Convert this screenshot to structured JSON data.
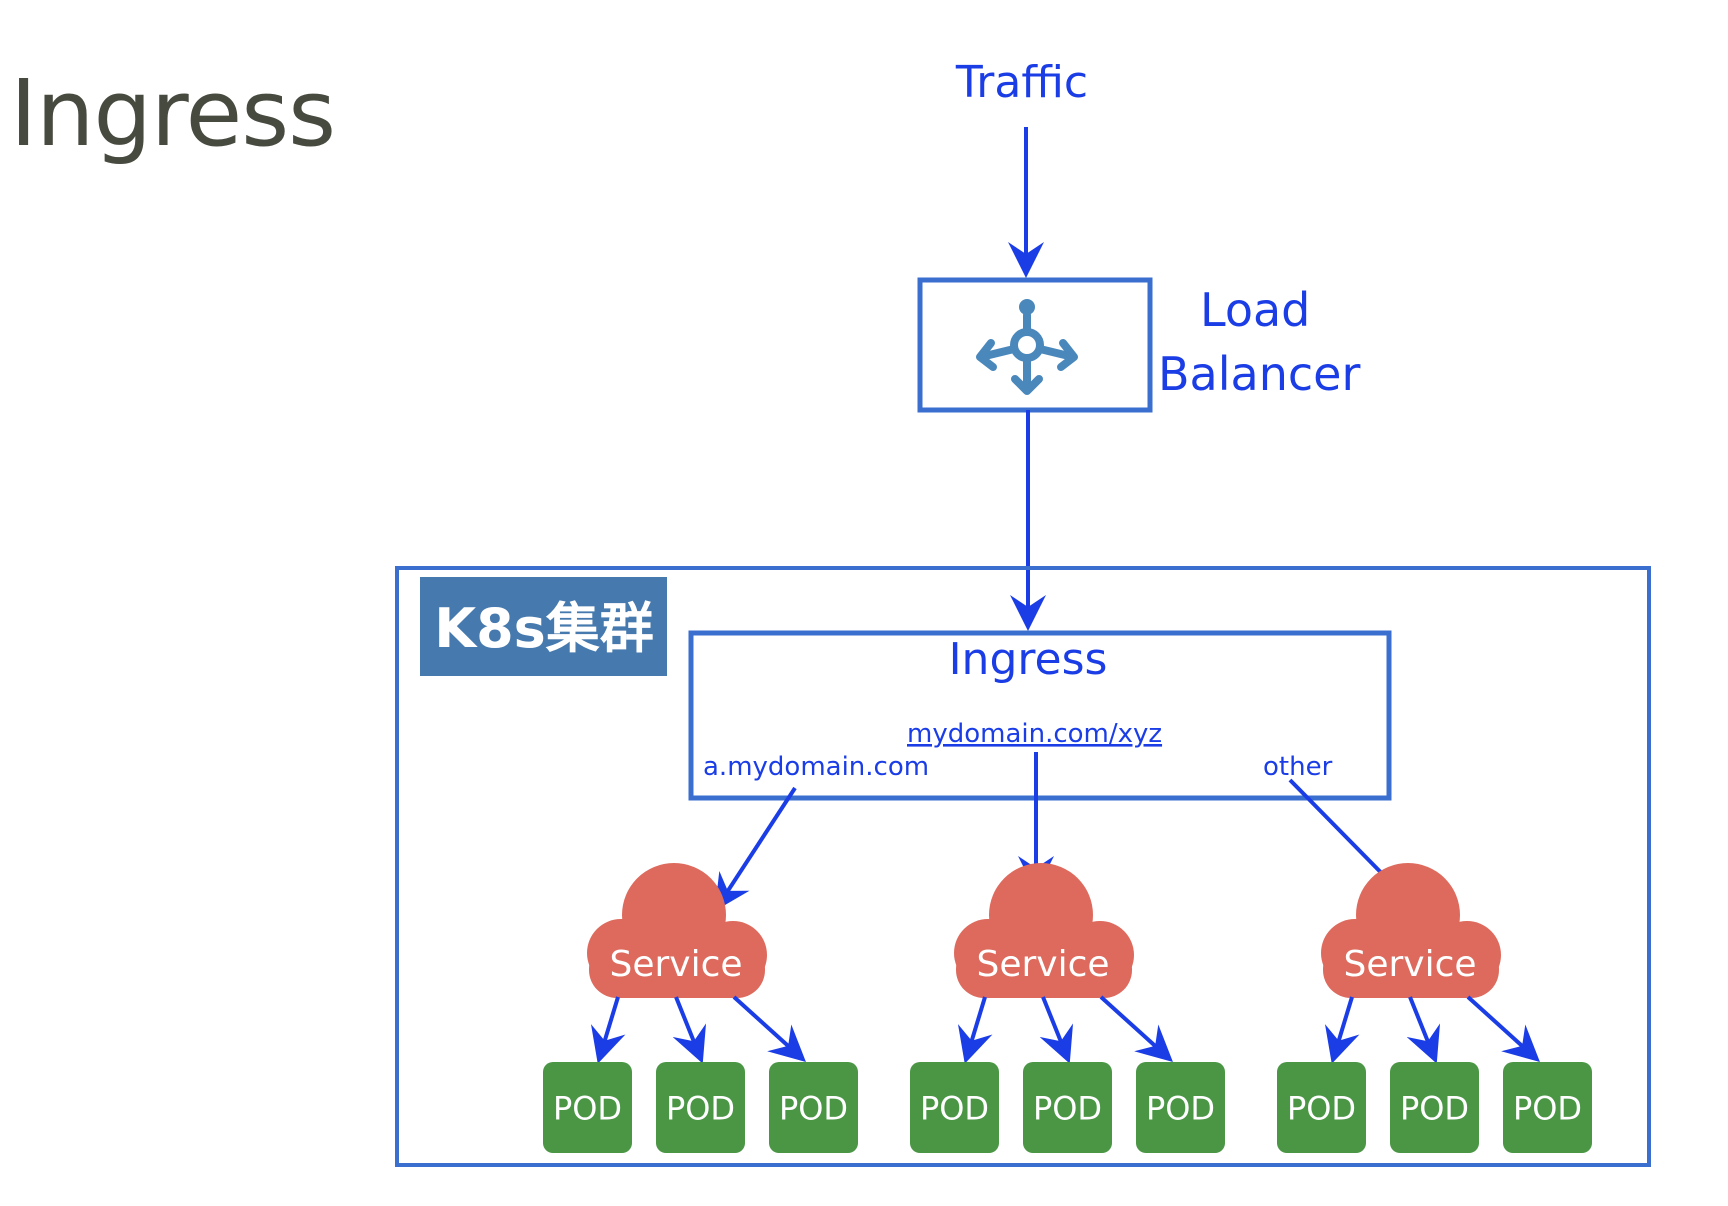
{
  "title": "Ingress",
  "colors": {
    "blue": "#1a3de6",
    "box_border": "#3a6fcf",
    "cluster_label_bg": "#4679ad",
    "cloud": "#dd6a5d",
    "pod": "#4a9645",
    "lb_icon": "#4a88bc",
    "title": "#474a3f"
  },
  "icons": {
    "load_balancer": "load-balancer-icon"
  },
  "diagram": {
    "traffic_label": "Traffic",
    "load_balancer": {
      "label_line1": "Load",
      "label_line2": "Balancer"
    },
    "cluster": {
      "label": "K8s集群"
    },
    "ingress": {
      "label": "Ingress",
      "rules": [
        {
          "host": "a.mydomain.com"
        },
        {
          "host": "mydomain.com/xyz"
        },
        {
          "host": "other"
        }
      ]
    },
    "services": [
      {
        "label": "Service",
        "pods": [
          "POD",
          "POD",
          "POD"
        ]
      },
      {
        "label": "Service",
        "pods": [
          "POD",
          "POD",
          "POD"
        ]
      },
      {
        "label": "Service",
        "pods": [
          "POD",
          "POD",
          "POD"
        ]
      }
    ]
  }
}
